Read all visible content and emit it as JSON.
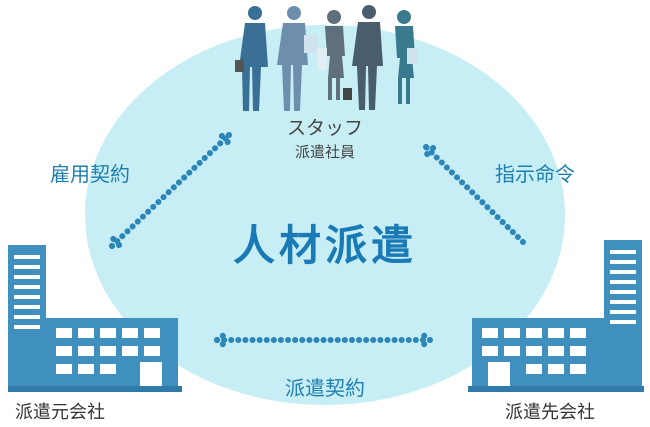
{
  "center": {
    "title": "人材派遣"
  },
  "staff": {
    "label": "スタッフ",
    "sublabel": "派遣社員"
  },
  "relations": {
    "employment": "雇用契約",
    "instruction": "指示命令",
    "dispatch": "派遣契約"
  },
  "companies": {
    "origin": "派遣元会社",
    "client": "派遣先会社"
  },
  "colors": {
    "circle": "#c7eef5",
    "accent": "#1a7ab5",
    "dots": "#2c86b7",
    "building": "#3f8fbf",
    "window": "#ffffff"
  },
  "icons": [
    "people-group-icon",
    "office-building-icon",
    "double-arrow-icon",
    "arrow-icon"
  ]
}
